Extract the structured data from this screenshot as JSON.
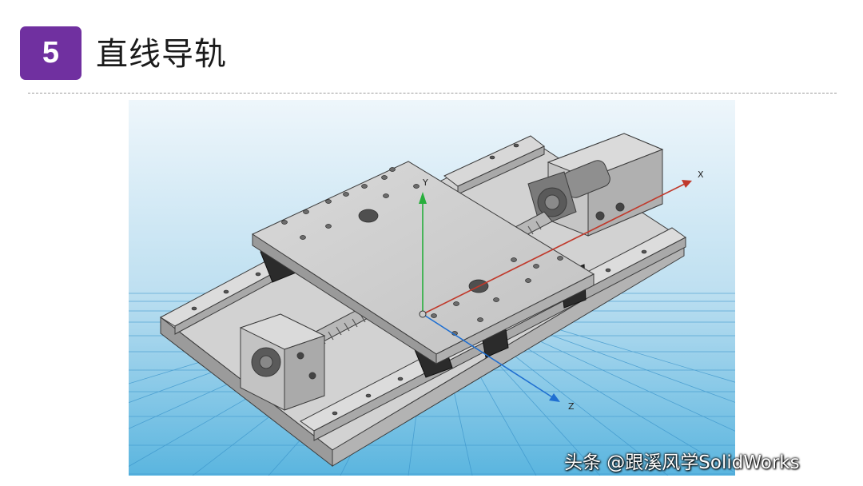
{
  "slide": {
    "number": "5",
    "title": "直线导轨"
  },
  "axes": {
    "x": "X",
    "y": "Y",
    "z": "Z"
  },
  "watermark": "头条 @跟溪风学SolidWorks",
  "colors": {
    "badge": "#7030a0",
    "viewport_top": "#e9f3f9",
    "viewport_bottom": "#58b4de",
    "grid": "#2e8fc8",
    "x_axis": "#c0392b",
    "y_axis": "#27ae3c",
    "z_axis": "#1f6fd1",
    "metal": "#c9c9c9"
  }
}
